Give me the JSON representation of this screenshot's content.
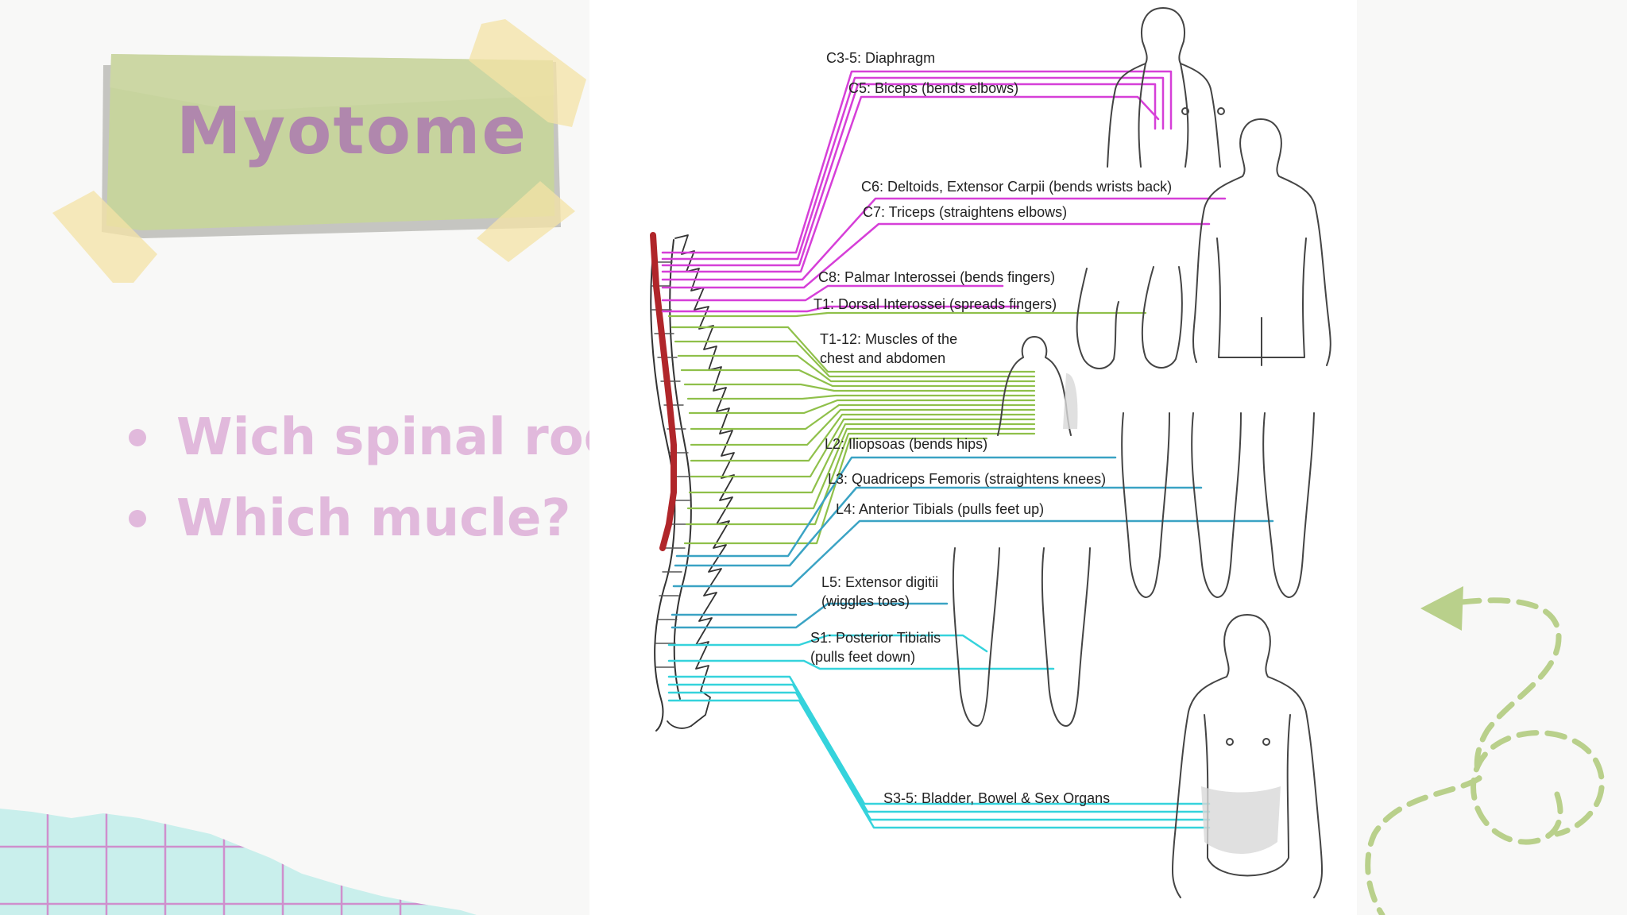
{
  "title": "Myotome",
  "bullets": [
    "Wich spinal root?",
    "Which mucle?"
  ],
  "diagram": {
    "labels": {
      "c35": "C3-5: Diaphragm",
      "c5": "C5: Biceps (bends elbows)",
      "c6": "C6: Deltoids, Extensor Carpii (bends wrists back)",
      "c7": "C7: Triceps (straightens elbows)",
      "c8": "C8: Palmar Interossei (bends fingers)",
      "t1": "T1: Dorsal Interossei (spreads fingers)",
      "t112_a": "T1-12: Muscles of the",
      "t112_b": "chest and abdomen",
      "l2": "L2: Iliopsoas (bends hips)",
      "l3": "L3: Quadriceps Femoris (straightens knees)",
      "l4": "L4: Anterior Tibials (pulls feet up)",
      "l5_a": "L5: Extensor digitii",
      "l5_b": "(wiggles toes)",
      "s1_a": "S1: Posterior Tibialis",
      "s1_b": "(pulls feet down)",
      "s35": "S3-5: Bladder, Bowel & Sex Organs"
    },
    "colors": {
      "cervical": "#d63fd8",
      "thoracic": "#8fc04a",
      "lumbar": "#3aa3c4",
      "sacral": "#35d3dc",
      "cord": "#b0262a"
    }
  },
  "theme": {
    "title_color": "#b087ad",
    "bullet_color": "#e1b9dc",
    "note_color": "#c7d49e",
    "tape_color": "#f4e3a6",
    "deco_color": "#b9d08b"
  }
}
